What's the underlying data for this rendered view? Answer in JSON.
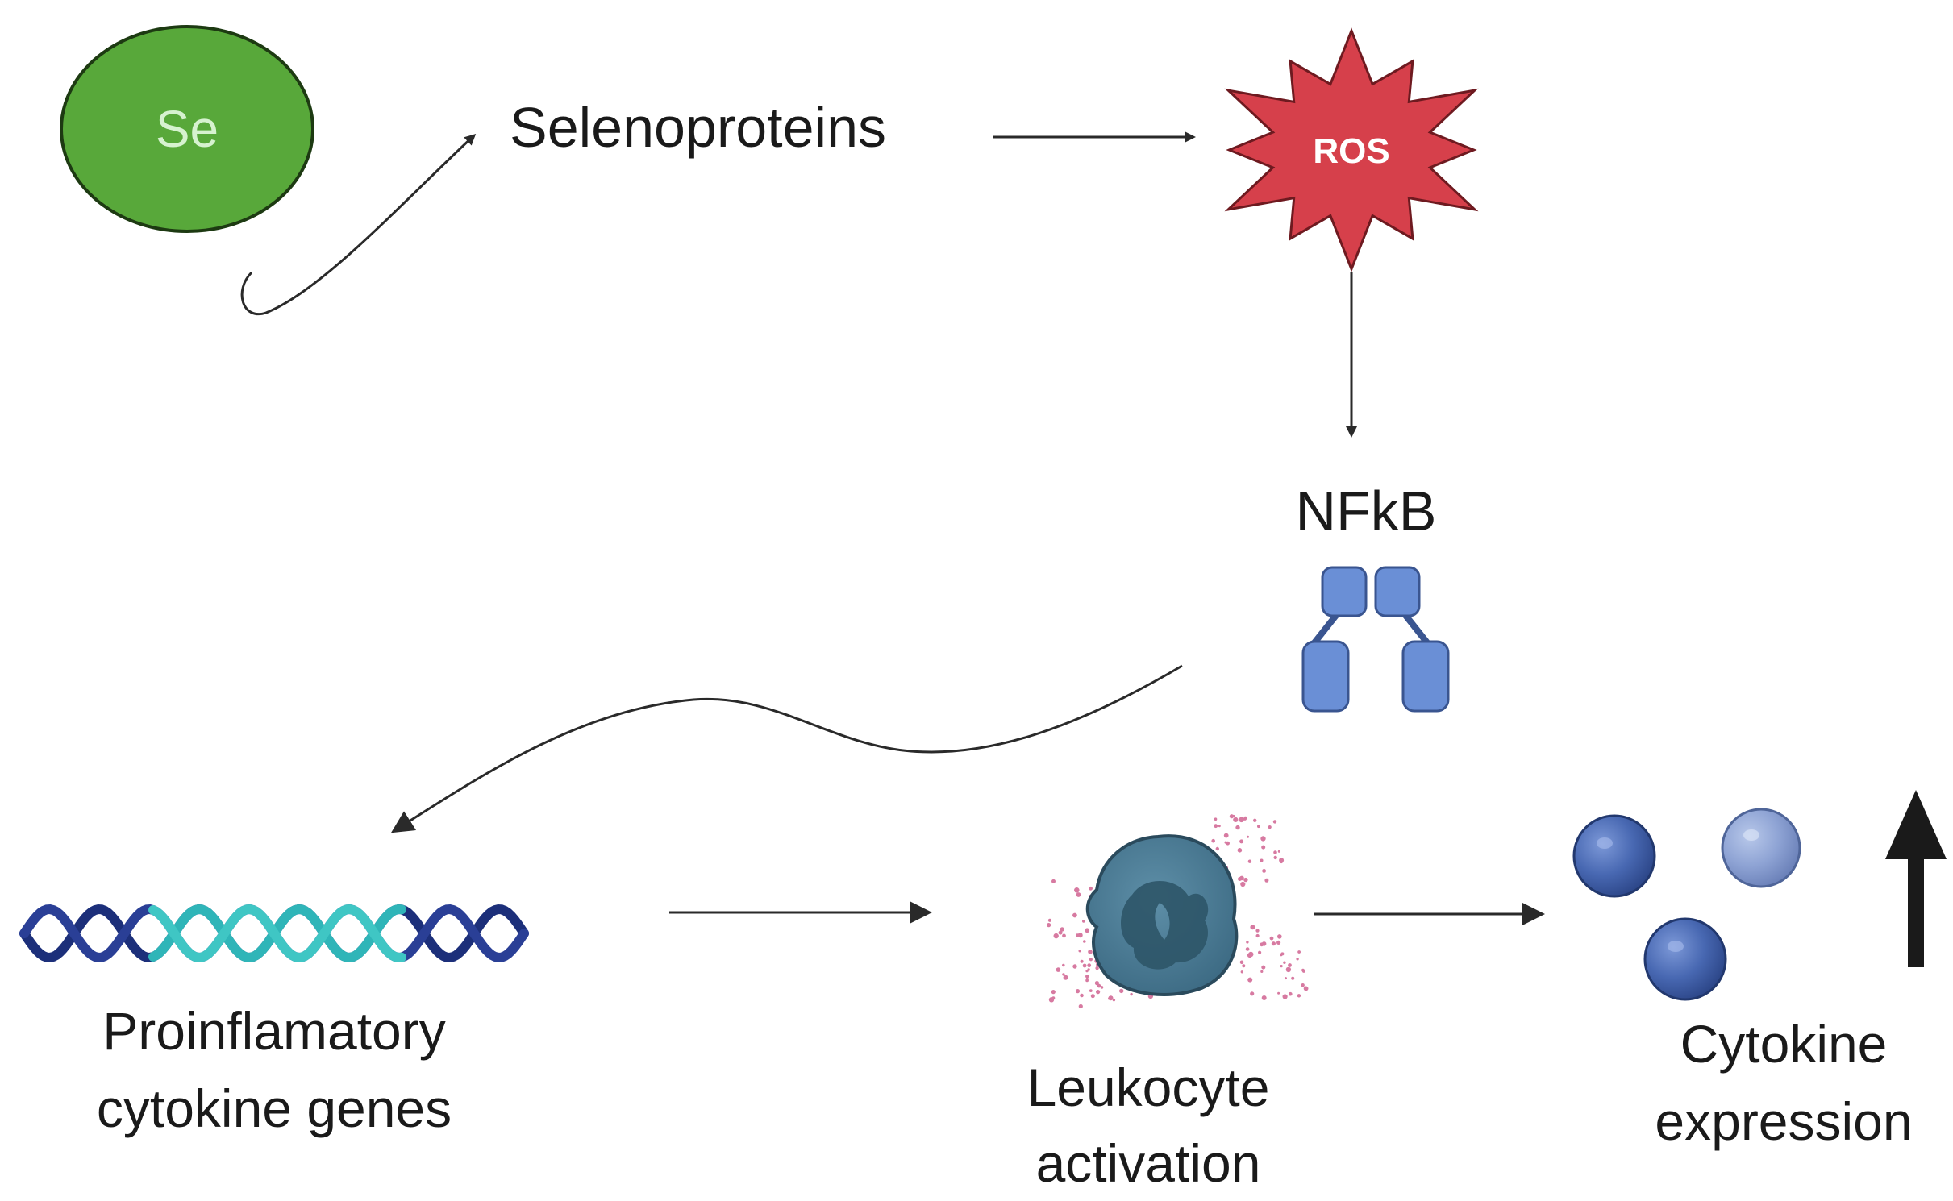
{
  "nodes": {
    "se": {
      "label": "Se",
      "fill": "#58a83a"
    },
    "selenoproteins": {
      "label": "Selenoproteins"
    },
    "ros": {
      "label": "ROS",
      "fill": "#d6404b"
    },
    "nfkb": {
      "label": "NFkB",
      "icon": "nfkb-dimer-icon",
      "fill": "#6a8fd6"
    },
    "genes": {
      "line1": "Proinflamatory",
      "line2": "cytokine genes",
      "icon": "dna-helix-icon"
    },
    "leukocyte": {
      "line1": "Leukocyte",
      "line2": "activation",
      "icon": "leukocyte-icon"
    },
    "cytokine": {
      "line1": "Cytokine",
      "line2": "expression",
      "icon": "cytokine-spheres-icon"
    }
  },
  "edges": [
    {
      "from": "se",
      "to": "selenoproteins"
    },
    {
      "from": "selenoproteins",
      "to": "ros"
    },
    {
      "from": "ros",
      "to": "nfkb"
    },
    {
      "from": "nfkb",
      "to": "genes"
    },
    {
      "from": "genes",
      "to": "leukocyte"
    },
    {
      "from": "leukocyte",
      "to": "cytokine"
    }
  ],
  "indicator": {
    "icon": "up-arrow-icon",
    "meaning": "increase"
  }
}
